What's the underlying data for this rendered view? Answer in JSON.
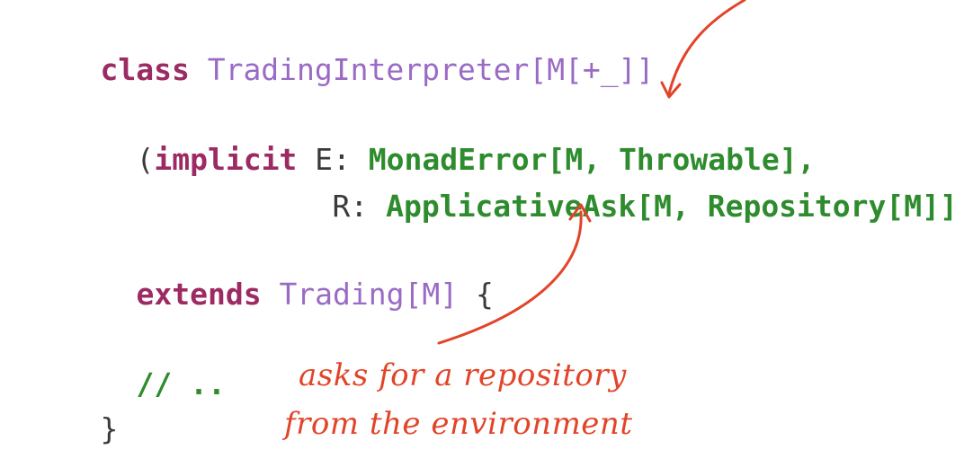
{
  "code": {
    "line1": {
      "keyword": "class",
      "name": "TradingInterpreter[M[+_]]"
    },
    "line2": {
      "open": "(",
      "keyword": "implicit",
      "param": " E: ",
      "type": "MonadError[M, Throwable],"
    },
    "line3": {
      "param": "R: ",
      "type": "ApplicativeAsk[M, Repository[M]]",
      "close": ")"
    },
    "line4": {
      "keyword": "extends",
      "type": "Trading[M]",
      "brace": " {"
    },
    "line5": {
      "comment": "// .."
    },
    "line6": {
      "brace": "}"
    }
  },
  "annotation": {
    "line1": "asks for a repository",
    "line2": "from the environment"
  },
  "colors": {
    "keyword": "#9c2a63",
    "type": "#9a6bc4",
    "typeclass": "#2e8b2e",
    "annotation": "#e2442a"
  }
}
